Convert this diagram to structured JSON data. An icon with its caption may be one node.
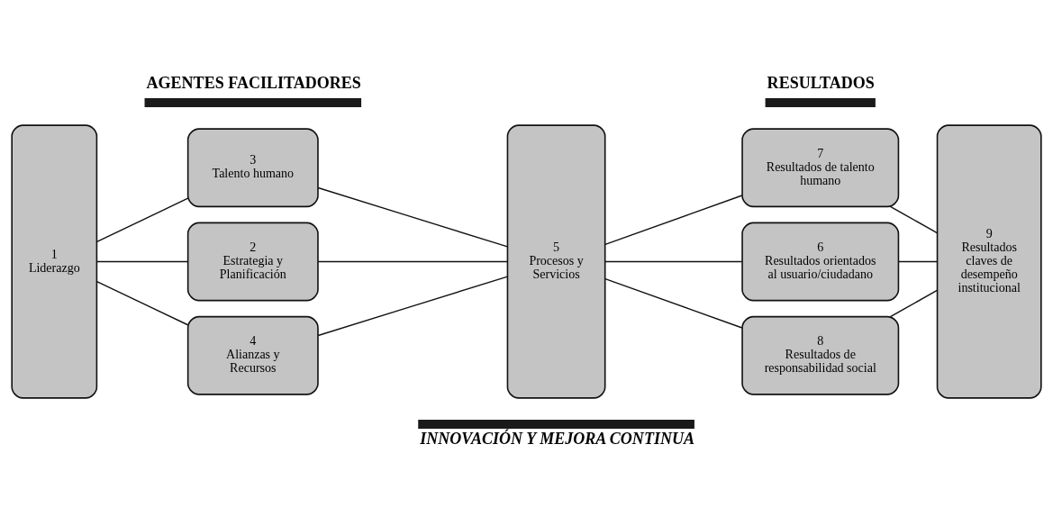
{
  "diagram": {
    "nodes": [
      {
        "text": [
          "1",
          "Liderazgo"
        ]
      },
      {
        "text": [
          "3",
          "Talento humano"
        ]
      },
      {
        "text": [
          "2",
          "Estrategia y Planificación"
        ]
      },
      {
        "text": [
          "4",
          "Alianzas y Recursos"
        ]
      },
      {
        "text": [
          "5",
          "Procesos y Servicios"
        ]
      },
      {
        "text": [
          "7",
          "Resultados de talento humano"
        ]
      },
      {
        "text": [
          "6",
          "Resultados orientados al usuario/ciudadano"
        ]
      },
      {
        "text": [
          "8",
          "Resultados de responsabilidad social"
        ]
      },
      {
        "text": [
          "9",
          "Resultados claves de desempeño institucional"
        ]
      }
    ],
    "edges": [
      {
        "from": 0,
        "to": 1,
        "arrow": "none"
      },
      {
        "from": 0,
        "to": 2,
        "arrow": "none"
      },
      {
        "from": 0,
        "to": 3,
        "arrow": "none"
      },
      {
        "from": 1,
        "to": 4,
        "arrow": "none"
      },
      {
        "from": 2,
        "to": 4,
        "arrow": "none"
      },
      {
        "from": 3,
        "to": 4,
        "arrow": "none"
      },
      {
        "from": 4,
        "to": 5,
        "arrow": "none"
      },
      {
        "from": 4,
        "to": 6,
        "arrow": "none"
      },
      {
        "from": 4,
        "to": 7,
        "arrow": "none"
      },
      {
        "from": 5,
        "to": 8,
        "arrow": "none"
      },
      {
        "from": 6,
        "to": 8,
        "arrow": "none"
      },
      {
        "from": 7,
        "to": 8,
        "arrow": "none"
      }
    ],
    "labels": [
      "AGENTES FACILITADORES",
      "RESULTADOS",
      "INNOVACIÓN Y MEJORA CONTINUA"
    ]
  }
}
